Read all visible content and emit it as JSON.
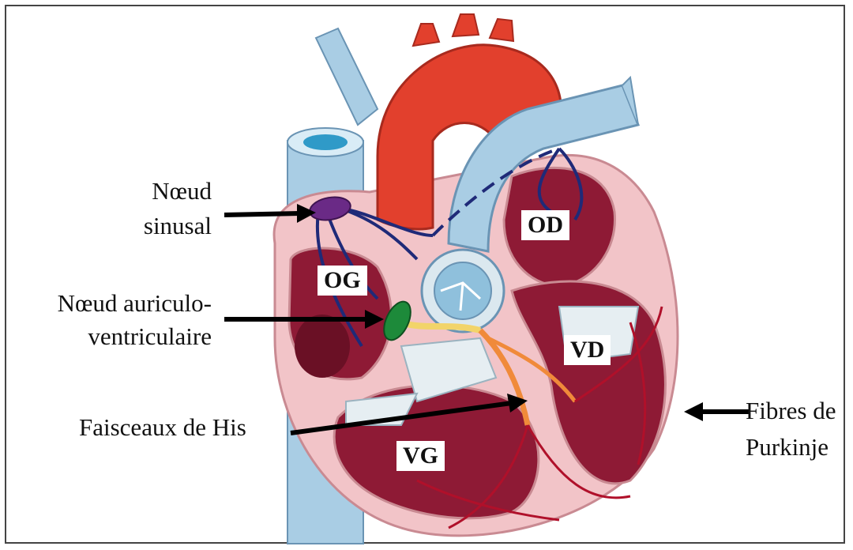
{
  "labels": {
    "noeud_sinusal_line1": "Nœud",
    "noeud_sinusal_line2": "sinusal",
    "noeud_av_line1": "Nœud auriculo-",
    "noeud_av_line2": "ventriculaire",
    "faisceaux_his": "Faisceaux de His",
    "fibres_line1": "Fibres de",
    "fibres_line2": "Purkinje"
  },
  "chambers": {
    "od": "OD",
    "og": "OG",
    "vd": "VD",
    "vg": "VG"
  },
  "colors": {
    "aorta": "#e2402d",
    "vessel_blue": "#a9cde4",
    "myocardium": "#f2c4c8",
    "chamber_dark": "#8e1a35",
    "conduction_path": "#1f2a78",
    "sinus_node": "#6a2a86",
    "av_node": "#1d8a3a",
    "his_bundle": "#f2d46a",
    "his_branch": "#f08a3a",
    "purkinje": "#b0102a"
  }
}
